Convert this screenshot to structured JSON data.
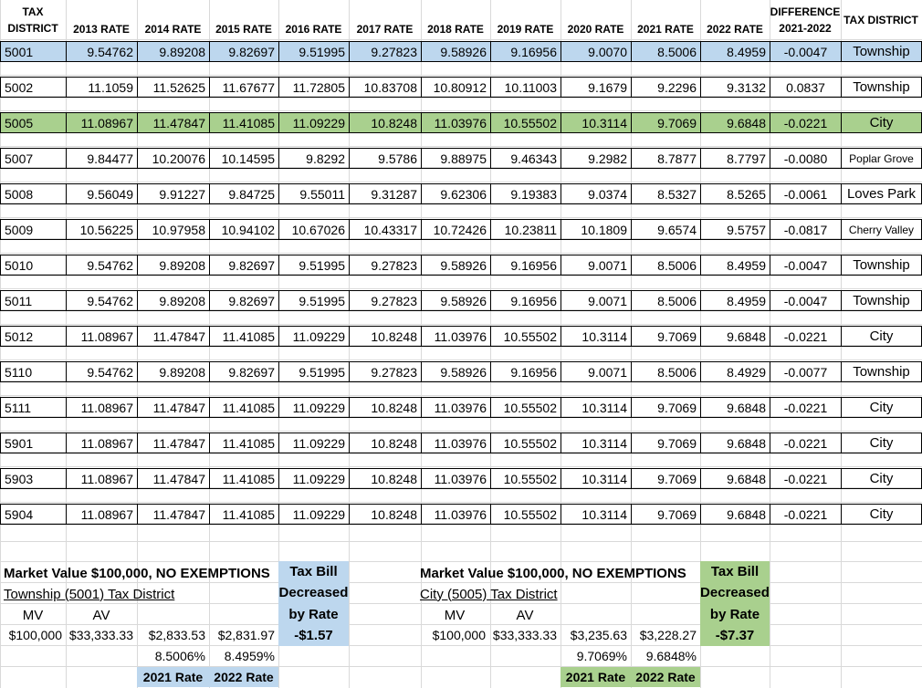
{
  "header": {
    "col0": [
      "TAX",
      "DISTRICT"
    ],
    "years": [
      "2013 RATE",
      "2014 RATE",
      "2015 RATE",
      "2016 RATE",
      "2017 RATE",
      "2018 RATE",
      "2019 RATE",
      "2020 RATE",
      "2021 RATE",
      "2022 RATE"
    ],
    "diff": [
      "DIFFERENCE",
      "2021-2022"
    ],
    "district": "TAX DISTRICT"
  },
  "rows": [
    {
      "id": "5001",
      "rates": [
        "9.54762",
        "9.89208",
        "9.82697",
        "9.51995",
        "9.27823",
        "9.58926",
        "9.16956",
        "9.0070",
        "8.5006",
        "8.4959"
      ],
      "diff": "-0.0047",
      "district": "Township",
      "fill": "#bdd7ee"
    },
    {
      "id": "5002",
      "rates": [
        "11.1059",
        "11.52625",
        "11.67677",
        "11.72805",
        "10.83708",
        "10.80912",
        "10.11003",
        "9.1679",
        "9.2296",
        "9.3132"
      ],
      "diff": "0.0837",
      "district": "Township",
      "fill": ""
    },
    {
      "id": "5005",
      "rates": [
        "11.08967",
        "11.47847",
        "11.41085",
        "11.09229",
        "10.8248",
        "11.03976",
        "10.55502",
        "10.3114",
        "9.7069",
        "9.6848"
      ],
      "diff": "-0.0221",
      "district": "City",
      "fill": "#a9d08e"
    },
    {
      "id": "5007",
      "rates": [
        "9.84477",
        "10.20076",
        "10.14595",
        "9.8292",
        "9.5786",
        "9.88975",
        "9.46343",
        "9.2982",
        "8.7877",
        "8.7797"
      ],
      "diff": "-0.0080",
      "district": "Poplar Grove",
      "fill": ""
    },
    {
      "id": "5008",
      "rates": [
        "9.56049",
        "9.91227",
        "9.84725",
        "9.55011",
        "9.31287",
        "9.62306",
        "9.19383",
        "9.0374",
        "8.5327",
        "8.5265"
      ],
      "diff": "-0.0061",
      "district": "Loves Park",
      "fill": ""
    },
    {
      "id": "5009",
      "rates": [
        "10.56225",
        "10.97958",
        "10.94102",
        "10.67026",
        "10.43317",
        "10.72426",
        "10.23811",
        "10.1809",
        "9.6574",
        "9.5757"
      ],
      "diff": "-0.0817",
      "district": "Cherry Valley",
      "fill": ""
    },
    {
      "id": "5010",
      "rates": [
        "9.54762",
        "9.89208",
        "9.82697",
        "9.51995",
        "9.27823",
        "9.58926",
        "9.16956",
        "9.0071",
        "8.5006",
        "8.4959"
      ],
      "diff": "-0.0047",
      "district": "Township",
      "fill": ""
    },
    {
      "id": "5011",
      "rates": [
        "9.54762",
        "9.89208",
        "9.82697",
        "9.51995",
        "9.27823",
        "9.58926",
        "9.16956",
        "9.0071",
        "8.5006",
        "8.4959"
      ],
      "diff": "-0.0047",
      "district": "Township",
      "fill": ""
    },
    {
      "id": "5012",
      "rates": [
        "11.08967",
        "11.47847",
        "11.41085",
        "11.09229",
        "10.8248",
        "11.03976",
        "10.55502",
        "10.3114",
        "9.7069",
        "9.6848"
      ],
      "diff": "-0.0221",
      "district": "City",
      "fill": ""
    },
    {
      "id": "5110",
      "rates": [
        "9.54762",
        "9.89208",
        "9.82697",
        "9.51995",
        "9.27823",
        "9.58926",
        "9.16956",
        "9.0071",
        "8.5006",
        "8.4929"
      ],
      "diff": "-0.0077",
      "district": "Township",
      "fill": ""
    },
    {
      "id": "5111",
      "rates": [
        "11.08967",
        "11.47847",
        "11.41085",
        "11.09229",
        "10.8248",
        "11.03976",
        "10.55502",
        "10.3114",
        "9.7069",
        "9.6848"
      ],
      "diff": "-0.0221",
      "district": "City",
      "fill": ""
    },
    {
      "id": "5901",
      "rates": [
        "11.08967",
        "11.47847",
        "11.41085",
        "11.09229",
        "10.8248",
        "11.03976",
        "10.55502",
        "10.3114",
        "9.7069",
        "9.6848"
      ],
      "diff": "-0.0221",
      "district": "City",
      "fill": ""
    },
    {
      "id": "5903",
      "rates": [
        "11.08967",
        "11.47847",
        "11.41085",
        "11.09229",
        "10.8248",
        "11.03976",
        "10.55502",
        "10.3114",
        "9.7069",
        "9.6848"
      ],
      "diff": "-0.0221",
      "district": "City",
      "fill": ""
    },
    {
      "id": "5904",
      "rates": [
        "11.08967",
        "11.47847",
        "11.41085",
        "11.09229",
        "10.8248",
        "11.03976",
        "10.55502",
        "10.3114",
        "9.7069",
        "9.6848"
      ],
      "diff": "-0.0221",
      "district": "City",
      "fill": ""
    }
  ],
  "colors": {
    "township_fill": "#bdd7ee",
    "city_fill": "#a9d08e",
    "grid": "#d9d9d9"
  },
  "township_block": {
    "title": "Market Value $100,000, NO EXEMPTIONS",
    "subtitle": "Township (5001) Tax District",
    "mv_label": "MV",
    "av_label": "AV",
    "mv": "$100,000",
    "av": "$33,333.33",
    "tax2021": "$2,833.53",
    "tax2022": "$2,831.97",
    "rate2021": "8.5006%",
    "rate2022": "8.4959%",
    "rate2021_label": "2021 Rate",
    "rate2022_label": "2022 Rate",
    "box": [
      "Tax Bill",
      "Decreased",
      "by Rate",
      "-$1.57"
    ]
  },
  "city_block": {
    "title": "Market Value $100,000, NO EXEMPTIONS",
    "subtitle": "City (5005) Tax District",
    "mv_label": "MV",
    "av_label": "AV",
    "mv": "$100,000",
    "av": "$33,333.33",
    "tax2021": "$3,235.63",
    "tax2022": "$3,228.27",
    "rate2021": "9.7069%",
    "rate2022": "9.6848%",
    "rate2021_label": "2021 Rate",
    "rate2022_label": "2022 Rate",
    "box": [
      "Tax Bill",
      "Decreased",
      "by Rate",
      "-$7.37"
    ]
  }
}
